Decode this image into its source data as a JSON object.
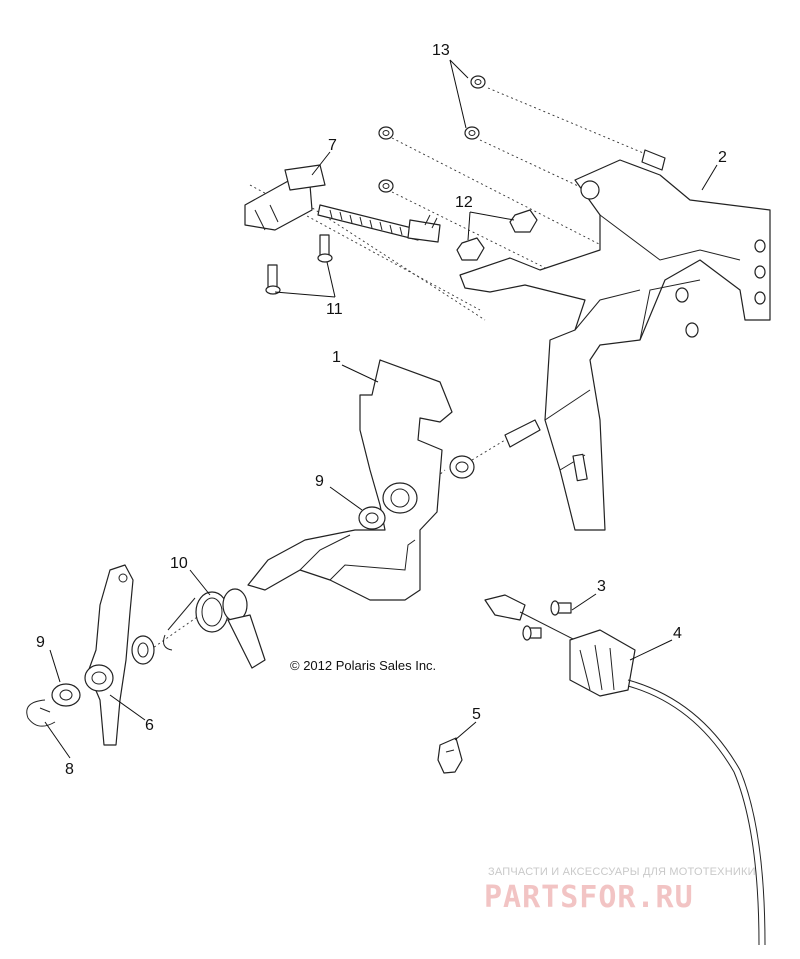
{
  "copyright": "© 2012 Polaris Sales Inc.",
  "callouts": {
    "c1": "1",
    "c2": "2",
    "c3": "3",
    "c4": "4",
    "c5": "5",
    "c6": "6",
    "c7": "7",
    "c8": "8",
    "c9a": "9",
    "c9b": "9",
    "c10": "10",
    "c11": "11",
    "c12": "12",
    "c13": "13"
  },
  "watermark": {
    "tagline": "ЗАПЧАСТИ И АКСЕССУАРЫ ДЛЯ МОТОТЕХНИКИ",
    "logo": "PARTSFOR.RU"
  }
}
